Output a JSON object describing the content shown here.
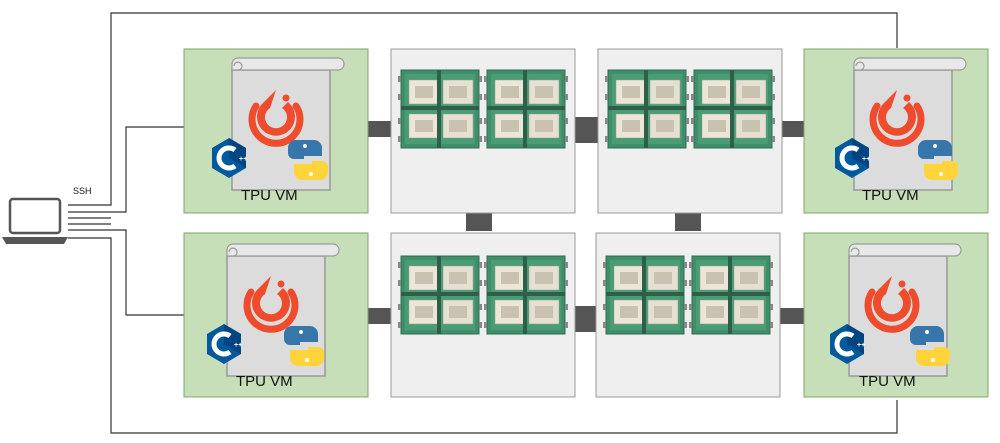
{
  "ssh_label": "SSH",
  "vm_label": "TPU VM",
  "vms": [
    {
      "id": "top-left"
    },
    {
      "id": "bottom-left"
    },
    {
      "id": "top-right"
    },
    {
      "id": "bottom-right"
    }
  ],
  "tpu_boards": 4,
  "icons": {
    "laptop": "laptop-icon",
    "pytorch": "pytorch-icon",
    "cpp": "cpp-icon",
    "python": "python-icon",
    "scroll": "scroll-icon",
    "tpu_board": "tpu-board-icon"
  },
  "colors": {
    "vm_fill": "#c6dfb8",
    "vm_stroke": "#7da56b",
    "board_panel": "#efefef",
    "connector": "#555555",
    "pytorch": "#ee4c2c",
    "cpp": "#00599c",
    "python_blue": "#3776ab",
    "python_yellow": "#ffd43b"
  }
}
